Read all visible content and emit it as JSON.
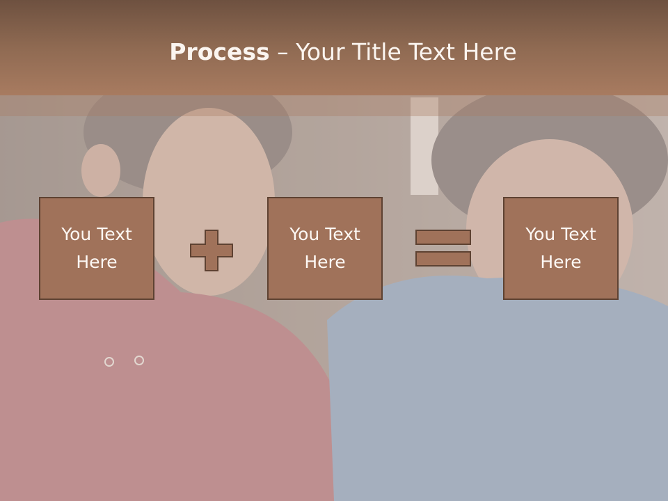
{
  "slide": {
    "title_bold": "Process",
    "title_rest": " – Your Title Text Here"
  },
  "steps": [
    {
      "text": "You Text Here"
    },
    {
      "text": "You Text Here"
    },
    {
      "text": "You Text Here"
    }
  ],
  "operators": [
    "plus-icon",
    "equals-icon"
  ],
  "colors": {
    "header": "#8f6a52",
    "box_fill": "#a0725a",
    "box_border": "#5e4232",
    "text": "#fdf8f4"
  }
}
